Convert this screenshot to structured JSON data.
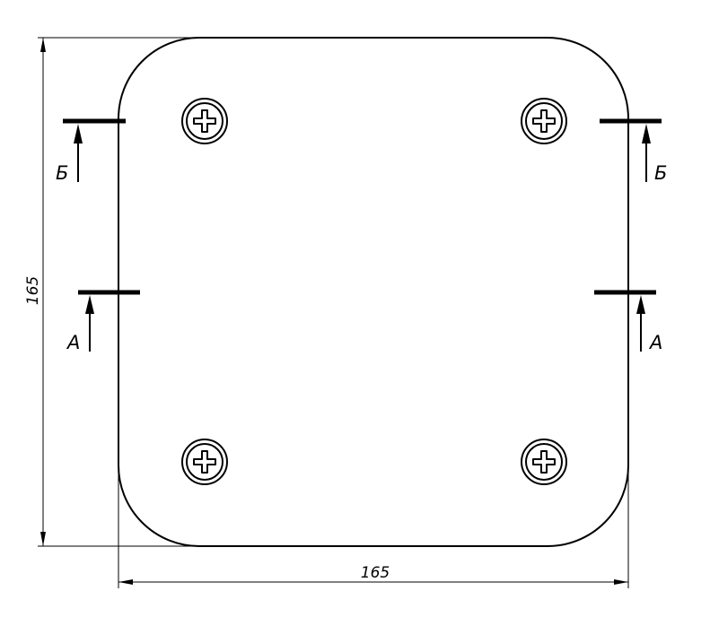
{
  "dimensions": {
    "horizontal": "165",
    "vertical": "165"
  },
  "sections": {
    "upper": "Б",
    "lower": "А"
  },
  "screws": [
    {
      "name": "screw-top-left",
      "icon": "phillips-screw-icon"
    },
    {
      "name": "screw-top-right",
      "icon": "phillips-screw-icon"
    },
    {
      "name": "screw-bottom-left",
      "icon": "phillips-screw-icon"
    },
    {
      "name": "screw-bottom-right",
      "icon": "phillips-screw-icon"
    }
  ],
  "colors": {
    "line": "#000000",
    "background": "#ffffff"
  }
}
